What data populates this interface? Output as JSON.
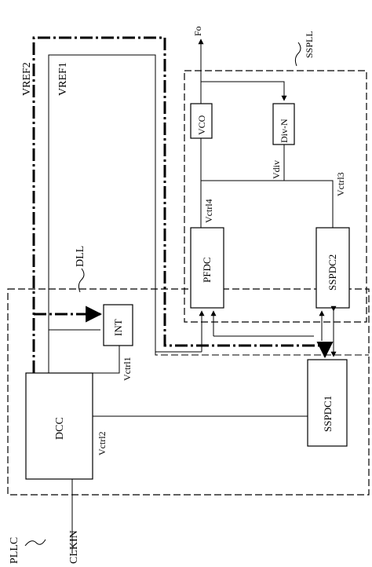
{
  "diagram": {
    "labels": {
      "fo": "Fo",
      "sspll": "SSPLL",
      "vref2": "VREF2",
      "vref1": "VREF1",
      "dll": "DLL",
      "vco": "VCO",
      "div_n": "Div-N",
      "vdiv": "Vdiv",
      "vctrl3": "Vctrl3",
      "vctrl4": "Vctrl4",
      "pfdc": "PFDC",
      "sspdc2": "SSPDC2",
      "int": "INT",
      "vctrl1": "Vctrl1",
      "dcc": "DCC",
      "vctrl2": "Vctrl2",
      "sspdc1": "SSPDC1",
      "plic": "PLLC",
      "clkin": "CLKIN"
    }
  }
}
